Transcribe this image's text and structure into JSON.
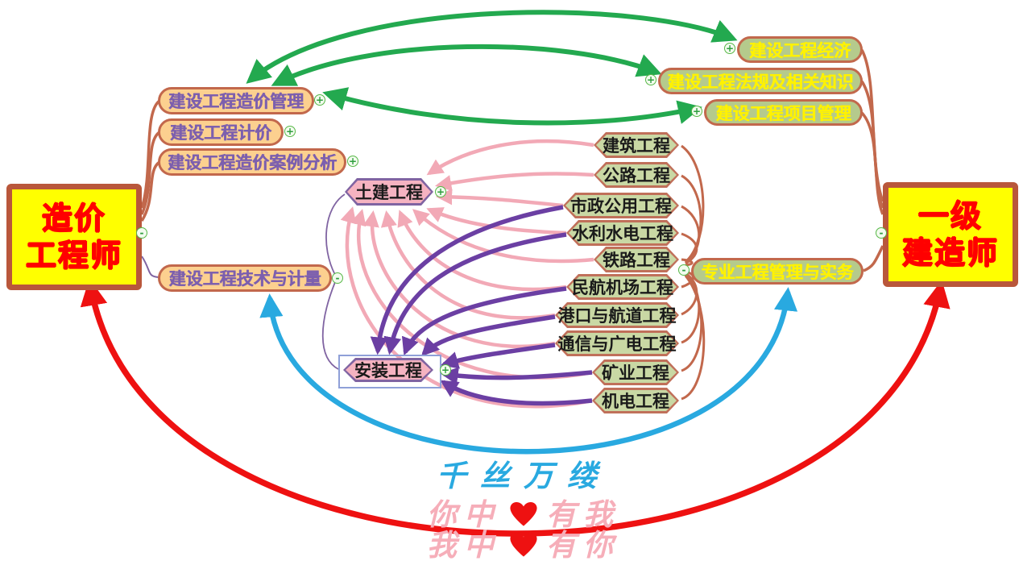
{
  "root_left": {
    "line1": "造价",
    "line2": "工程师"
  },
  "root_right": {
    "line1": "一级",
    "line2": "建造师"
  },
  "left_branches": [
    {
      "label": "建设工程造价管理",
      "expander": "+"
    },
    {
      "label": "建设工程计价",
      "expander": "+"
    },
    {
      "label": "建设工程造价案例分析",
      "expander": "+"
    },
    {
      "label": "建设工程技术与计量",
      "expander": "-"
    }
  ],
  "right_branches": [
    {
      "label": "建设工程经济",
      "expander": "+"
    },
    {
      "label": "建设工程法规及相关知识",
      "expander": "+"
    },
    {
      "label": "建设工程项目管理",
      "expander": "+"
    },
    {
      "label": "专业工程管理与实务",
      "expander": "-"
    }
  ],
  "center_nodes": [
    {
      "label": "土建工程",
      "expander": "+"
    },
    {
      "label": "安装工程",
      "expander": "+"
    }
  ],
  "root_expanders": {
    "left": "-",
    "right": "-"
  },
  "specialties": [
    {
      "label": "建筑工程"
    },
    {
      "label": "公路工程"
    },
    {
      "label": "市政公用工程"
    },
    {
      "label": "水利水电工程"
    },
    {
      "label": "铁路工程"
    },
    {
      "label": "民航机场工程"
    },
    {
      "label": "港口与航道工程"
    },
    {
      "label": "通信与广电工程"
    },
    {
      "label": "矿业工程"
    },
    {
      "label": "机电工程"
    }
  ],
  "bottom": {
    "line1": "千丝万缕",
    "line2_left": "你中",
    "line2_right": "有我",
    "line3_left": "我中",
    "line3_right": "有你"
  },
  "colors": {
    "root_fill": "#FFFF00",
    "root_border": "#B9573B",
    "root_text": "#FF0000",
    "left_pill_fill": "#FCD08F",
    "left_pill_text": "#7C5FAE",
    "right_pill_fill": "#B5CA8C",
    "right_pill_text": "#FFF200",
    "branch_border": "#C2684C",
    "spec_fill": "#C9D8A4",
    "spec_border": "#C0705A",
    "center_fill": "#F5B3C1",
    "center_border": "#8064A2",
    "green_arrow": "#23A94F",
    "blue_arrow": "#29A9E0",
    "red_arrow": "#EE1111",
    "pink_link": "#F2A9B6",
    "purple_link": "#6B3FA3"
  }
}
